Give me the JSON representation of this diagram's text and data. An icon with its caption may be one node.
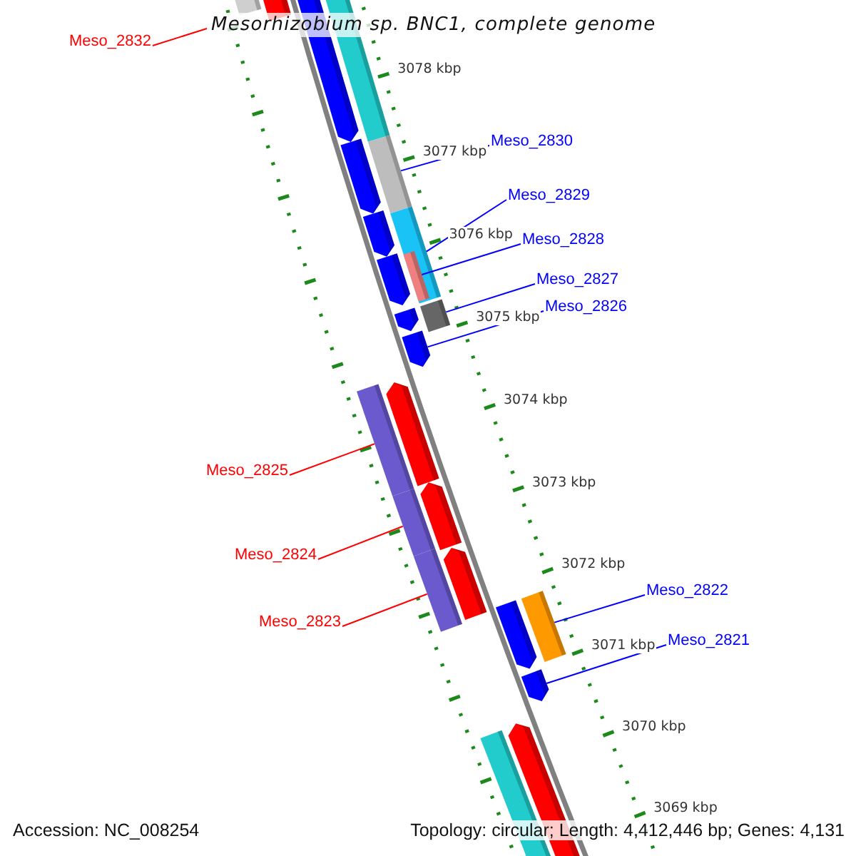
{
  "diagram": {
    "title": "Mesorhizobium sp. BNC1, complete genome",
    "nodes": [
      {
        "text": [
          "Meso_2832"
        ]
      },
      {
        "text": [
          "Meso_2830"
        ]
      },
      {
        "text": [],
        "shape": "bar"
      },
      {
        "text": [
          "Meso_2829"
        ]
      },
      {
        "text": [],
        "shape": "bar"
      },
      {
        "text": [
          "Meso_2828"
        ]
      },
      {
        "text": [],
        "shape": "bar",
        "in": 4
      },
      {
        "text": [
          "Meso_2827"
        ]
      },
      {
        "text": [],
        "shape": "bar"
      },
      {
        "text": [
          "Meso_2826"
        ]
      },
      {
        "text": [],
        "shape": "pentagon"
      },
      {
        "text": [
          "Meso_2825"
        ]
      },
      {
        "text": [],
        "shape": "bar"
      },
      {
        "text": [
          "Meso_2824"
        ]
      },
      {
        "text": [],
        "shape": "bar"
      },
      {
        "text": [
          "Meso_2823"
        ]
      },
      {
        "text": [],
        "shape": "bar"
      },
      {
        "text": [
          "Meso_2822"
        ]
      },
      {
        "text": [],
        "shape": "bar"
      },
      {
        "text": [
          "Meso_2821"
        ]
      },
      {
        "text": [],
        "shape": "pentagon"
      }
    ],
    "edges": [
      {
        "from": 0,
        "to": null,
        "arrow": "none",
        "color": "#ff0000"
      },
      {
        "from": 1,
        "to": 2,
        "arrow": "none"
      },
      {
        "from": 3,
        "to": 4,
        "arrow": "none"
      },
      {
        "from": 5,
        "to": 6,
        "arrow": "none"
      },
      {
        "from": 7,
        "to": 8,
        "arrow": "none"
      },
      {
        "from": 9,
        "to": 10,
        "arrow": "none"
      },
      {
        "from": 11,
        "to": 12,
        "arrow": "none",
        "color": "#ff0000"
      },
      {
        "from": 13,
        "to": 14,
        "arrow": "none",
        "color": "#ff0000"
      },
      {
        "from": 15,
        "to": 16,
        "arrow": "none",
        "color": "#ff0000"
      },
      {
        "from": 17,
        "to": 18,
        "arrow": "none"
      },
      {
        "from": 19,
        "to": 20,
        "arrow": "none"
      }
    ],
    "labels": [
      "3078 kbp",
      "3077 kbp",
      "3076 kbp",
      "3075 kbp",
      "3074 kbp",
      "3073 kbp",
      "3072 kbp",
      "3071 kbp",
      "3070 kbp",
      "3069 kbp",
      "Accession: NC_008254",
      "Topology: circular; Length: 4,412,446 bp; Genes: 4,131"
    ]
  }
}
